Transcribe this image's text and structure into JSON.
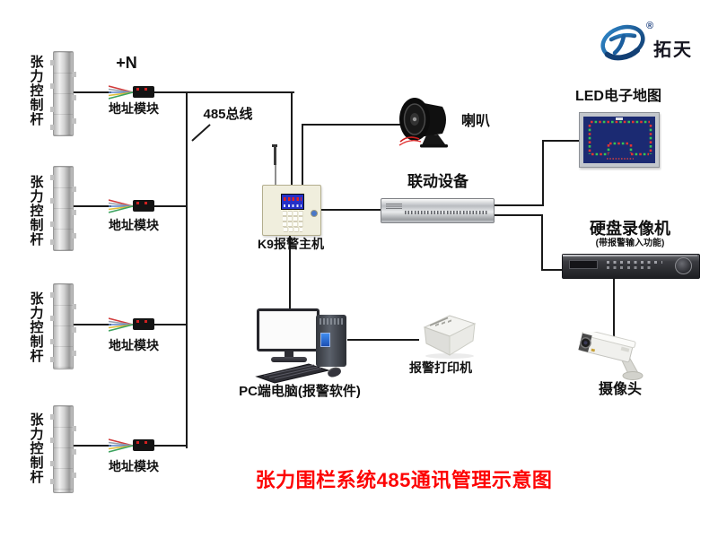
{
  "brand": {
    "name": "拓天",
    "registered_mark": "®",
    "logo_color": "#1b5e9e"
  },
  "title": {
    "text": "张力围栏系统485通讯管理示意图",
    "color": "#fd0404"
  },
  "annotations": {
    "plus_n": "+N",
    "bus_label": "485总线"
  },
  "rods": [
    {
      "label": "张力控制杆"
    },
    {
      "label": "张力控制杆"
    },
    {
      "label": "张力控制杆"
    },
    {
      "label": "张力控制杆"
    }
  ],
  "modules": [
    {
      "label": "地址模块"
    },
    {
      "label": "地址模块"
    },
    {
      "label": "地址模块"
    },
    {
      "label": "地址模块"
    }
  ],
  "devices": {
    "host": {
      "label": "K9报警主机"
    },
    "speaker": {
      "label": "喇叭"
    },
    "linkage": {
      "label": "联动设备"
    },
    "led_map": {
      "label": "LED电子地图"
    },
    "dvr": {
      "label": "硬盘录像机",
      "note": "(带报警输入功能)"
    },
    "camera": {
      "label": "摄像头"
    },
    "pc": {
      "label": "PC端电脑(报警软件)"
    },
    "printer": {
      "label": "报警打印机"
    }
  },
  "colors": {
    "line": "#1a1a1a",
    "wire_red": "#d23c3c",
    "wire_gray": "#98a2ae",
    "wire_blue": "#5b82c8",
    "wire_yellow": "#e0bf3a",
    "wire_green": "#3da35f",
    "led_red": "#e23434",
    "led_green": "#35c554"
  }
}
